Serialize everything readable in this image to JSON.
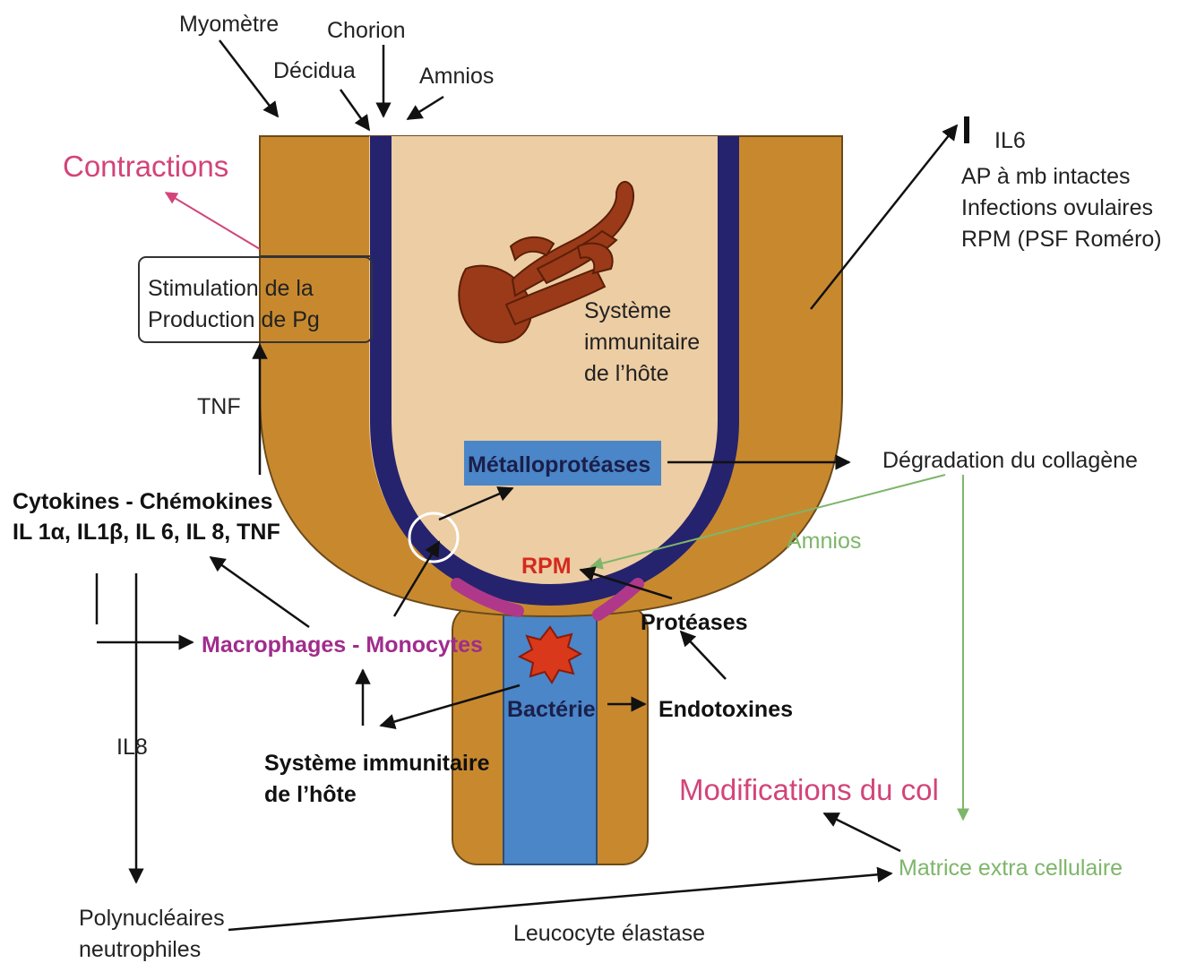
{
  "colors": {
    "uterus": "#C8892E",
    "cavity": "#EDCDA3",
    "membrane": "#25236E",
    "canal": "#4A86C8",
    "fetus": "#9A3A18",
    "bacteria": "#D9381B",
    "plug": "#B0388A",
    "pink_text": "#D2447A",
    "magenta_text": "#A02C8C",
    "green_text": "#7DB66A",
    "red_text": "#D42A1E",
    "box_blue": "#4A86C8"
  },
  "icons": {
    "fetus": "fetus-icon",
    "bacteria": "bacteria-icon",
    "up_arrow": "up-arrow-icon"
  },
  "labels": {
    "myometre": "Myomètre",
    "chorion": "Chorion",
    "decidua": "Décidua",
    "amnios_top": "Amnios",
    "contractions": "Contractions",
    "stimulation_line1": "Stimulation de la",
    "stimulation_line2": "Production de Pg",
    "tnf": "TNF",
    "cytokines_line1": "Cytokines - Chémokines",
    "cytokines_line2": "IL 1α, IL1β, IL 6, IL 8, TNF",
    "systeme_inner_1": "Système",
    "systeme_inner_2": "immunitaire",
    "systeme_inner_3": "de l’hôte",
    "il6": "IL6",
    "right_line1": "AP à mb intactes",
    "right_line2": "Infections ovulaires",
    "right_line3": "RPM (PSF Roméro)",
    "metalloproteases": "Métalloprotéases",
    "degradation": "Dégradation du collagène",
    "amnios_green": "Amnios",
    "rpm": "RPM",
    "proteases": "Protéases",
    "macrophages": "Macrophages - Monocytes",
    "bacterie": "Bactérie",
    "endotoxines": "Endotoxines",
    "il8": "IL8",
    "systeme_bottom_1": "Système immunitaire",
    "systeme_bottom_2": "de l’hôte",
    "modifications": "Modifications du col",
    "matrice": "Matrice extra cellulaire",
    "polynucleaires_1": "Polynucléaires",
    "polynucleaires_2": "neutrophiles",
    "leucocyte": "Leucocyte élastase"
  }
}
